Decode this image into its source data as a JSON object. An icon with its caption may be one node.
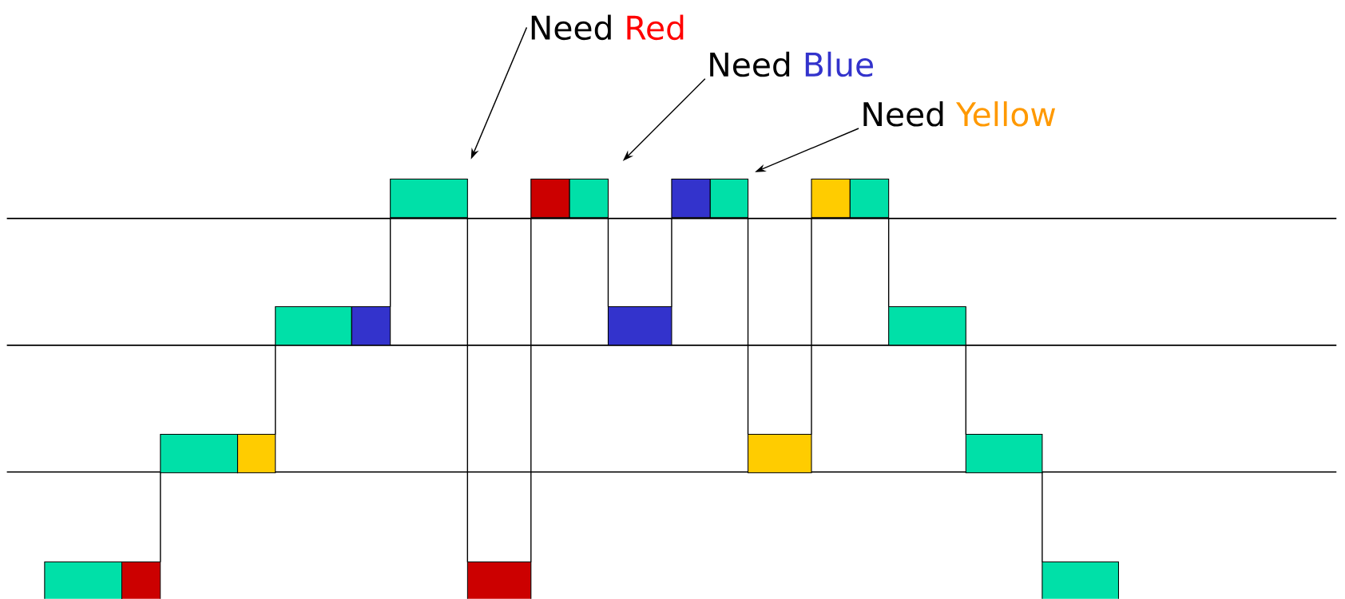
{
  "diagram": {
    "nodes": [
      {
        "text": [
          "Need",
          "Red"
        ]
      },
      {
        "text": [
          "Need",
          "Blue"
        ]
      },
      {
        "text": [
          "Need",
          "Yellow"
        ]
      }
    ],
    "edges": [
      {
        "from": 0,
        "to": null,
        "arrow": "to"
      },
      {
        "from": 1,
        "to": null,
        "arrow": "to"
      },
      {
        "from": 2,
        "to": null,
        "arrow": "to"
      }
    ]
  }
}
